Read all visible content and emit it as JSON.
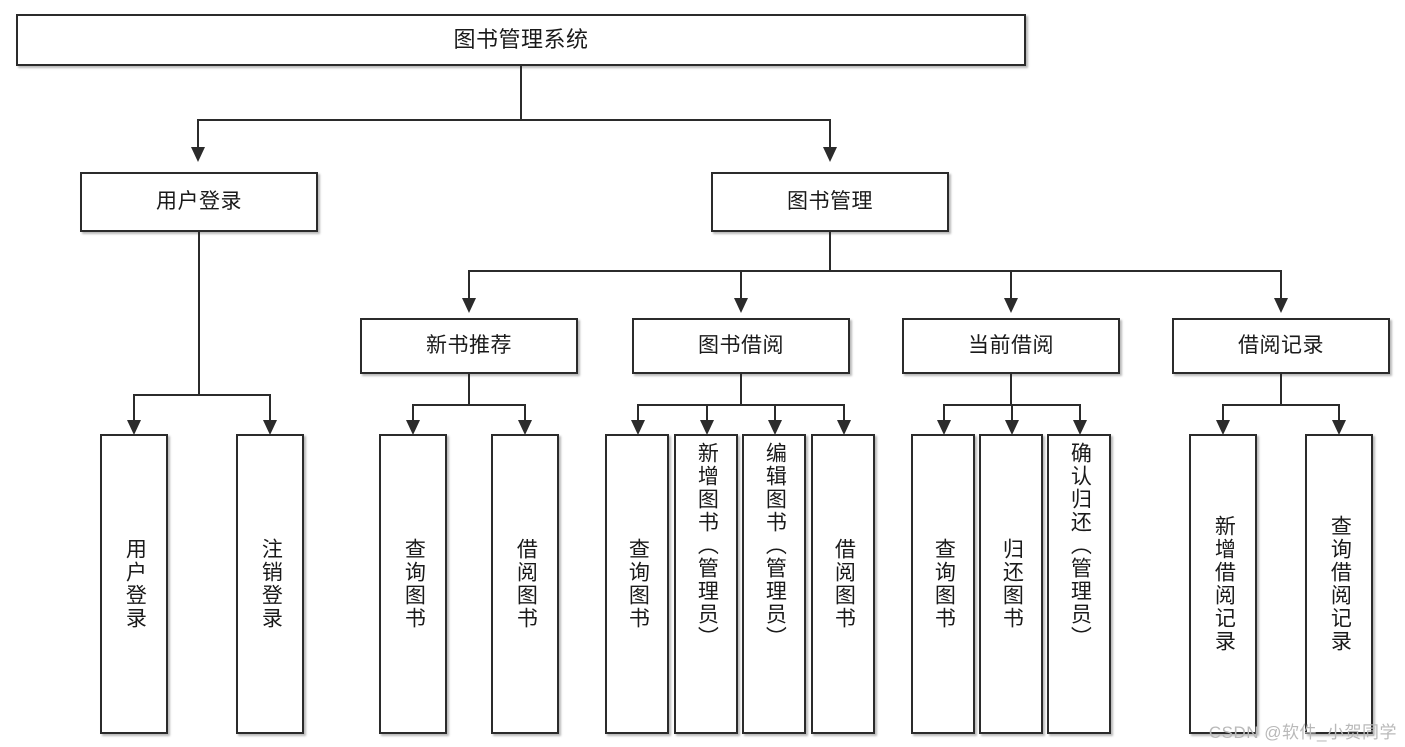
{
  "diagram": {
    "type": "tree",
    "title_text": "图书管理系统",
    "root": {
      "label": "图书管理系统"
    },
    "level2": [
      {
        "label": "用户登录"
      },
      {
        "label": "图书管理"
      }
    ],
    "level3": [
      {
        "label": "新书推荐"
      },
      {
        "label": "图书借阅"
      },
      {
        "label": "当前借阅"
      },
      {
        "label": "借阅记录"
      }
    ],
    "leaves": {
      "user_login": [
        {
          "label": "用户登录"
        },
        {
          "label": "注销登录"
        }
      ],
      "new_book_recommend": [
        {
          "label": "查询图书"
        },
        {
          "label": "借阅图书"
        }
      ],
      "book_borrow": [
        {
          "label": "查询图书"
        },
        {
          "label": "新增图书（管理员）"
        },
        {
          "label": "编辑图书（管理员）"
        },
        {
          "label": "借阅图书"
        }
      ],
      "current_borrow": [
        {
          "label": "查询图书"
        },
        {
          "label": "归还图书"
        },
        {
          "label": "确认归还（管理员）"
        }
      ],
      "borrow_record": [
        {
          "label": "新增借阅记录"
        },
        {
          "label": "查询借阅记录"
        }
      ]
    }
  },
  "watermark": {
    "text": "CSDN @软件_小贺同学"
  },
  "colors": {
    "stroke": "#2b2b2b",
    "fill": "#ffffff",
    "text": "#1a1a1a",
    "watermark": "#b9b9b9"
  }
}
